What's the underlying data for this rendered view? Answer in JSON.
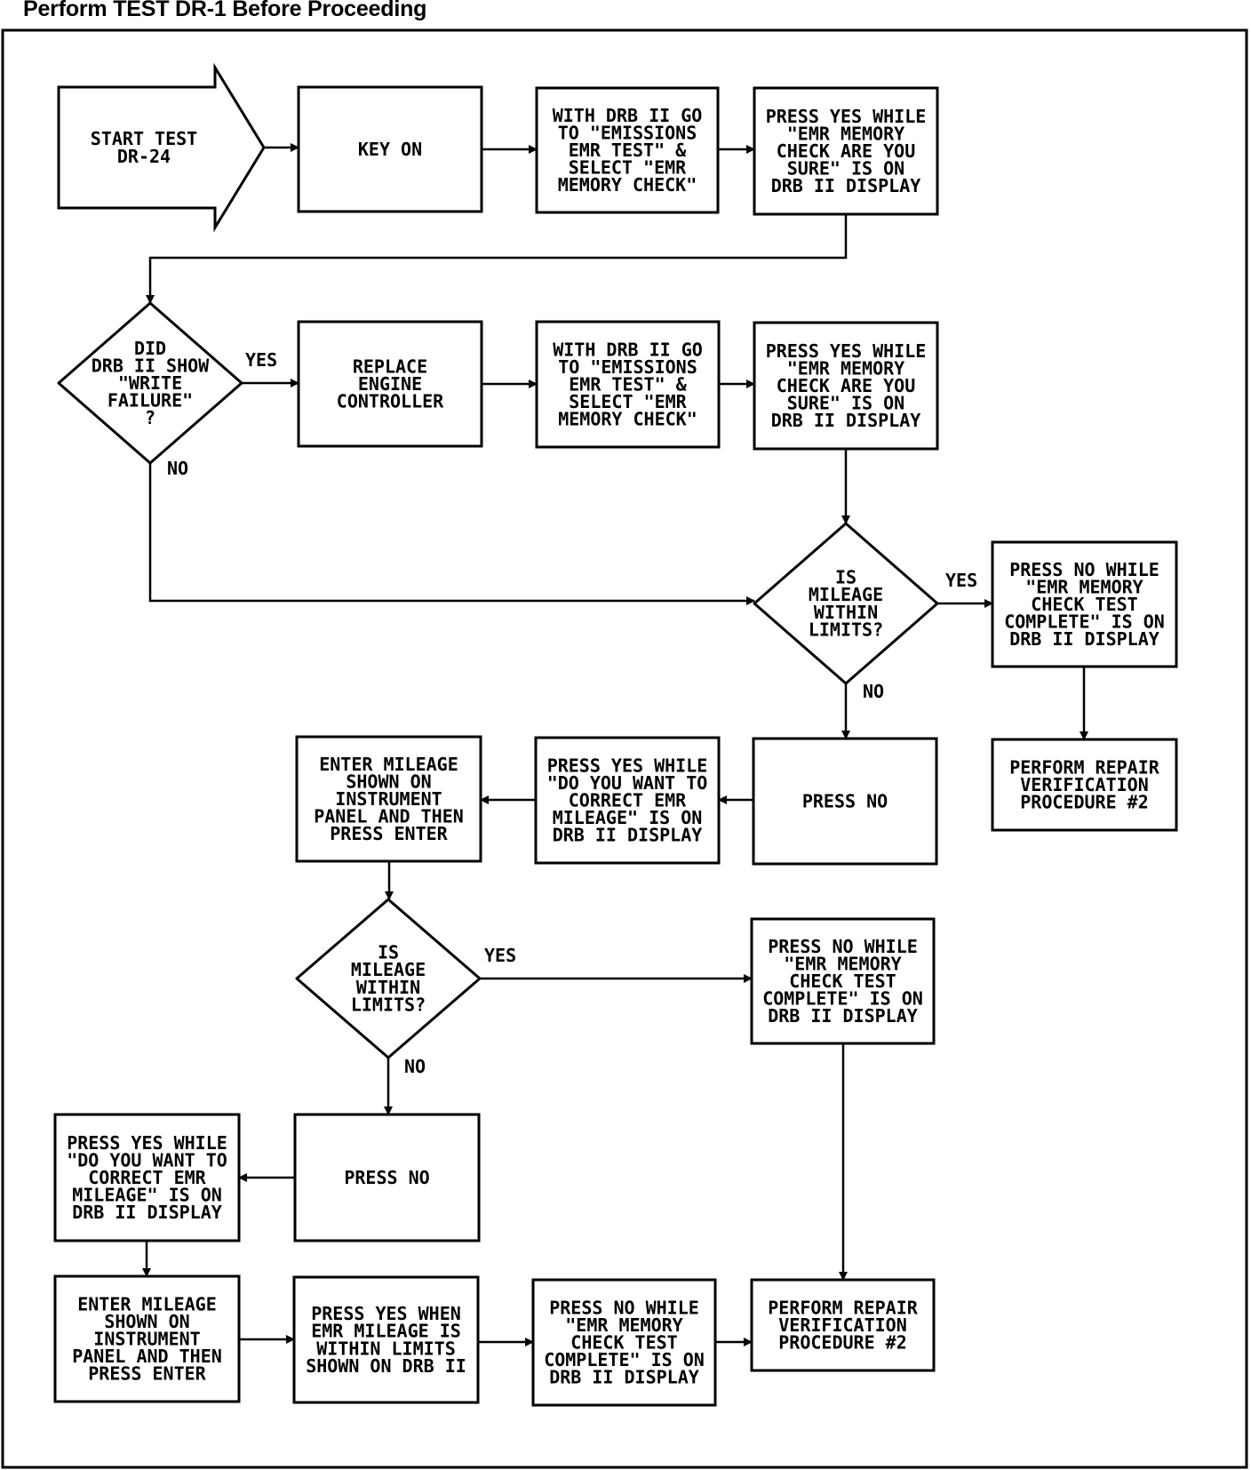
{
  "title": "Perform TEST DR-1 Before Proceeding",
  "nodes": [
    {
      "id": "start",
      "shape": "arrow",
      "lines": [
        "START TEST",
        "DR-24"
      ]
    },
    {
      "id": "key_on",
      "shape": "rect",
      "lines": [
        "KEY ON"
      ]
    },
    {
      "id": "drb_go_1",
      "shape": "rect",
      "lines": [
        "WITH DRB II GO",
        "TO \"EMISSIONS",
        "EMR TEST\" &",
        "SELECT \"EMR",
        "MEMORY CHECK\""
      ]
    },
    {
      "id": "press_yes_sure_1",
      "shape": "rect",
      "lines": [
        "PRESS YES WHILE",
        "\"EMR MEMORY",
        "CHECK ARE YOU",
        "SURE\" IS ON",
        "DRB II DISPLAY"
      ]
    },
    {
      "id": "write_failure",
      "shape": "diamond",
      "lines": [
        "DID",
        "DRB II SHOW",
        "\"WRITE",
        "FAILURE\"",
        "?"
      ]
    },
    {
      "id": "replace_controller",
      "shape": "rect",
      "lines": [
        "REPLACE",
        "ENGINE",
        "CONTROLLER"
      ]
    },
    {
      "id": "drb_go_2",
      "shape": "rect",
      "lines": [
        "WITH DRB II GO",
        "TO \"EMISSIONS",
        "EMR TEST\" &",
        "SELECT \"EMR",
        "MEMORY CHECK\""
      ]
    },
    {
      "id": "press_yes_sure_2",
      "shape": "rect",
      "lines": [
        "PRESS YES WHILE",
        "\"EMR MEMORY",
        "CHECK ARE YOU",
        "SURE\" IS ON",
        "DRB II DISPLAY"
      ]
    },
    {
      "id": "mileage_1",
      "shape": "diamond",
      "lines": [
        "IS",
        "MILEAGE",
        "WITHIN",
        "LIMITS?"
      ]
    },
    {
      "id": "press_no_complete_1",
      "shape": "rect",
      "lines": [
        "PRESS NO WHILE",
        "\"EMR MEMORY",
        "CHECK TEST",
        "COMPLETE\" IS ON",
        "DRB II DISPLAY"
      ]
    },
    {
      "id": "repair_1",
      "shape": "rect",
      "lines": [
        "PERFORM REPAIR",
        "VERIFICATION",
        "PROCEDURE #2"
      ]
    },
    {
      "id": "press_no_1",
      "shape": "rect",
      "lines": [
        "PRESS NO"
      ]
    },
    {
      "id": "press_yes_correct_1",
      "shape": "rect",
      "lines": [
        "PRESS YES WHILE",
        "\"DO YOU WANT TO",
        "CORRECT EMR",
        "MILEAGE\" IS ON",
        "DRB II DISPLAY"
      ]
    },
    {
      "id": "enter_mileage_1",
      "shape": "rect",
      "lines": [
        "ENTER MILEAGE",
        "SHOWN ON",
        "INSTRUMENT",
        "PANEL AND THEN",
        "PRESS ENTER"
      ]
    },
    {
      "id": "mileage_2",
      "shape": "diamond",
      "lines": [
        "IS",
        "MILEAGE",
        "WITHIN",
        "LIMITS?"
      ]
    },
    {
      "id": "press_no_complete_2",
      "shape": "rect",
      "lines": [
        "PRESS NO WHILE",
        "\"EMR MEMORY",
        "CHECK TEST",
        "COMPLETE\" IS ON",
        "DRB II DISPLAY"
      ]
    },
    {
      "id": "press_no_2",
      "shape": "rect",
      "lines": [
        "PRESS NO"
      ]
    },
    {
      "id": "press_yes_correct_2",
      "shape": "rect",
      "lines": [
        "PRESS YES WHILE",
        "\"DO YOU WANT TO",
        "CORRECT EMR",
        "MILEAGE\" IS ON",
        "DRB II DISPLAY"
      ]
    },
    {
      "id": "enter_mileage_2",
      "shape": "rect",
      "lines": [
        "ENTER MILEAGE",
        "SHOWN ON",
        "INSTRUMENT",
        "PANEL AND THEN",
        "PRESS ENTER"
      ]
    },
    {
      "id": "press_yes_when",
      "shape": "rect",
      "lines": [
        "PRESS YES WHEN",
        "EMR MILEAGE IS",
        "WITHIN LIMITS",
        "SHOWN ON DRB II"
      ]
    },
    {
      "id": "press_no_complete_3",
      "shape": "rect",
      "lines": [
        "PRESS NO WHILE",
        "\"EMR MEMORY",
        "CHECK TEST",
        "COMPLETE\" IS ON",
        "DRB II DISPLAY"
      ]
    },
    {
      "id": "repair_2",
      "shape": "rect",
      "lines": [
        "PERFORM REPAIR",
        "VERIFICATION",
        "PROCEDURE #2"
      ]
    }
  ],
  "edges": [
    {
      "from": "start",
      "to": "key_on",
      "label": ""
    },
    {
      "from": "key_on",
      "to": "drb_go_1",
      "label": ""
    },
    {
      "from": "drb_go_1",
      "to": "press_yes_sure_1",
      "label": ""
    },
    {
      "from": "press_yes_sure_1",
      "to": "write_failure",
      "label": ""
    },
    {
      "from": "write_failure",
      "to": "replace_controller",
      "label": "YES"
    },
    {
      "from": "replace_controller",
      "to": "drb_go_2",
      "label": ""
    },
    {
      "from": "drb_go_2",
      "to": "press_yes_sure_2",
      "label": ""
    },
    {
      "from": "press_yes_sure_2",
      "to": "mileage_1",
      "label": ""
    },
    {
      "from": "write_failure",
      "to": "mileage_1",
      "label": "NO"
    },
    {
      "from": "mileage_1",
      "to": "press_no_complete_1",
      "label": "YES"
    },
    {
      "from": "press_no_complete_1",
      "to": "repair_1",
      "label": ""
    },
    {
      "from": "mileage_1",
      "to": "press_no_1",
      "label": "NO"
    },
    {
      "from": "press_no_1",
      "to": "press_yes_correct_1",
      "label": ""
    },
    {
      "from": "press_yes_correct_1",
      "to": "enter_mileage_1",
      "label": ""
    },
    {
      "from": "enter_mileage_1",
      "to": "mileage_2",
      "label": ""
    },
    {
      "from": "mileage_2",
      "to": "press_no_complete_2",
      "label": "YES"
    },
    {
      "from": "press_no_complete_2",
      "to": "repair_2",
      "label": ""
    },
    {
      "from": "mileage_2",
      "to": "press_no_2",
      "label": "NO"
    },
    {
      "from": "press_no_2",
      "to": "press_yes_correct_2",
      "label": ""
    },
    {
      "from": "press_yes_correct_2",
      "to": "enter_mileage_2",
      "label": ""
    },
    {
      "from": "enter_mileage_2",
      "to": "press_yes_when",
      "label": ""
    },
    {
      "from": "press_yes_when",
      "to": "press_no_complete_3",
      "label": ""
    },
    {
      "from": "press_no_complete_3",
      "to": "repair_2",
      "label": ""
    }
  ]
}
